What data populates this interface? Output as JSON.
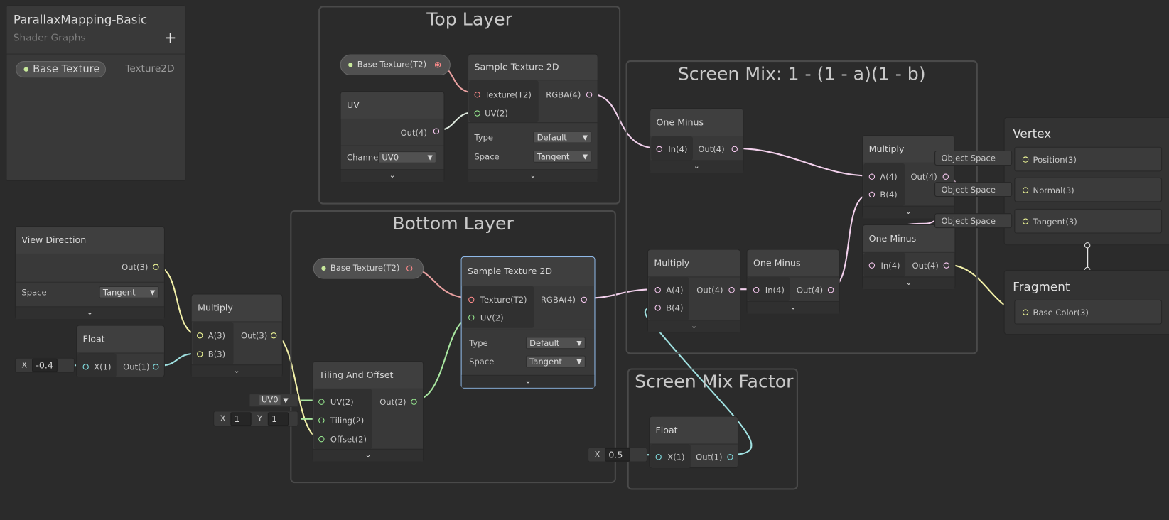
{
  "blackboard": {
    "title": "ParallaxMapping-Basic",
    "subtitle": "Shader Graphs",
    "add_glyph": "+",
    "property_name": "Base Texture",
    "property_type": "Texture2D"
  },
  "groups": {
    "top_layer": "Top Layer",
    "bottom_layer": "Bottom Layer",
    "screen_mix": "Screen Mix: 1 - (1 - a)(1 - b)",
    "screen_mix_factor": "Screen Mix Factor"
  },
  "top_layer": {
    "prop_pill": "Base Texture(T2)",
    "uv_node": {
      "title": "UV",
      "out": "Out(4)",
      "channel_label": "Channe",
      "channel_value": "UV0"
    },
    "sample": {
      "title": "Sample Texture 2D",
      "in_texture": "Texture(T2)",
      "in_uv": "UV(2)",
      "out": "RGBA(4)",
      "type_label": "Type",
      "type_value": "Default",
      "space_label": "Space",
      "space_value": "Tangent"
    }
  },
  "bottom_layer": {
    "prop_pill": "Base Texture(T2)",
    "sample": {
      "title": "Sample Texture 2D",
      "in_texture": "Texture(T2)",
      "in_uv": "UV(2)",
      "out": "RGBA(4)",
      "type_label": "Type",
      "type_value": "Default",
      "space_label": "Space",
      "space_value": "Tangent"
    },
    "tiling": {
      "title": "Tiling And Offset",
      "in_uv": "UV(2)",
      "in_tiling": "Tiling(2)",
      "in_offset": "Offset(2)",
      "out": "Out(2)",
      "uv_dropdown": "UV0",
      "x_label": "X",
      "x_value": "1",
      "y_label": "Y",
      "y_value": "1"
    }
  },
  "view_direction": {
    "title": "View Direction",
    "out": "Out(3)",
    "space_label": "Space",
    "space_value": "Tangent"
  },
  "float_left": {
    "title": "Float",
    "in": "X(1)",
    "out": "Out(1)",
    "x_label": "X",
    "x_value": "-0.4"
  },
  "multiply_left": {
    "title": "Multiply",
    "in_a": "A(3)",
    "in_b": "B(3)",
    "out": "Out(3)"
  },
  "screen_mix": {
    "one_minus_top": {
      "title": "One Minus",
      "in": "In(4)",
      "out": "Out(4)"
    },
    "multiply_bottom": {
      "title": "Multiply",
      "in_a": "A(4)",
      "in_b": "B(4)",
      "out": "Out(4)"
    },
    "one_minus_bottom": {
      "title": "One Minus",
      "in": "In(4)",
      "out": "Out(4)"
    },
    "multiply_right": {
      "title": "Multiply",
      "in_a": "A(4)",
      "in_b": "B(4)",
      "out": "Out(4)"
    },
    "one_minus_right": {
      "title": "One Minus",
      "in": "In(4)",
      "out": "Out(4)"
    }
  },
  "mix_factor": {
    "title": "Float",
    "in": "X(1)",
    "out": "Out(1)",
    "x_label": "X",
    "x_value": "0.5"
  },
  "master": {
    "vertex_title": "Vertex",
    "position": "Position(3)",
    "normal": "Normal(3)",
    "tangent": "Tangent(3)",
    "object_space": "Object Space",
    "fragment_title": "Fragment",
    "base_color": "Base Color(3)"
  },
  "colors": {
    "background": "#2b2b2b",
    "vec4_port": "#fbcbf4",
    "vec3_port": "#f6ff9a",
    "vec2_port": "#9aef92",
    "vec1_port": "#84e4e7",
    "texture_port": "#ff8b8b",
    "selected_border": "#8fb9e8"
  }
}
